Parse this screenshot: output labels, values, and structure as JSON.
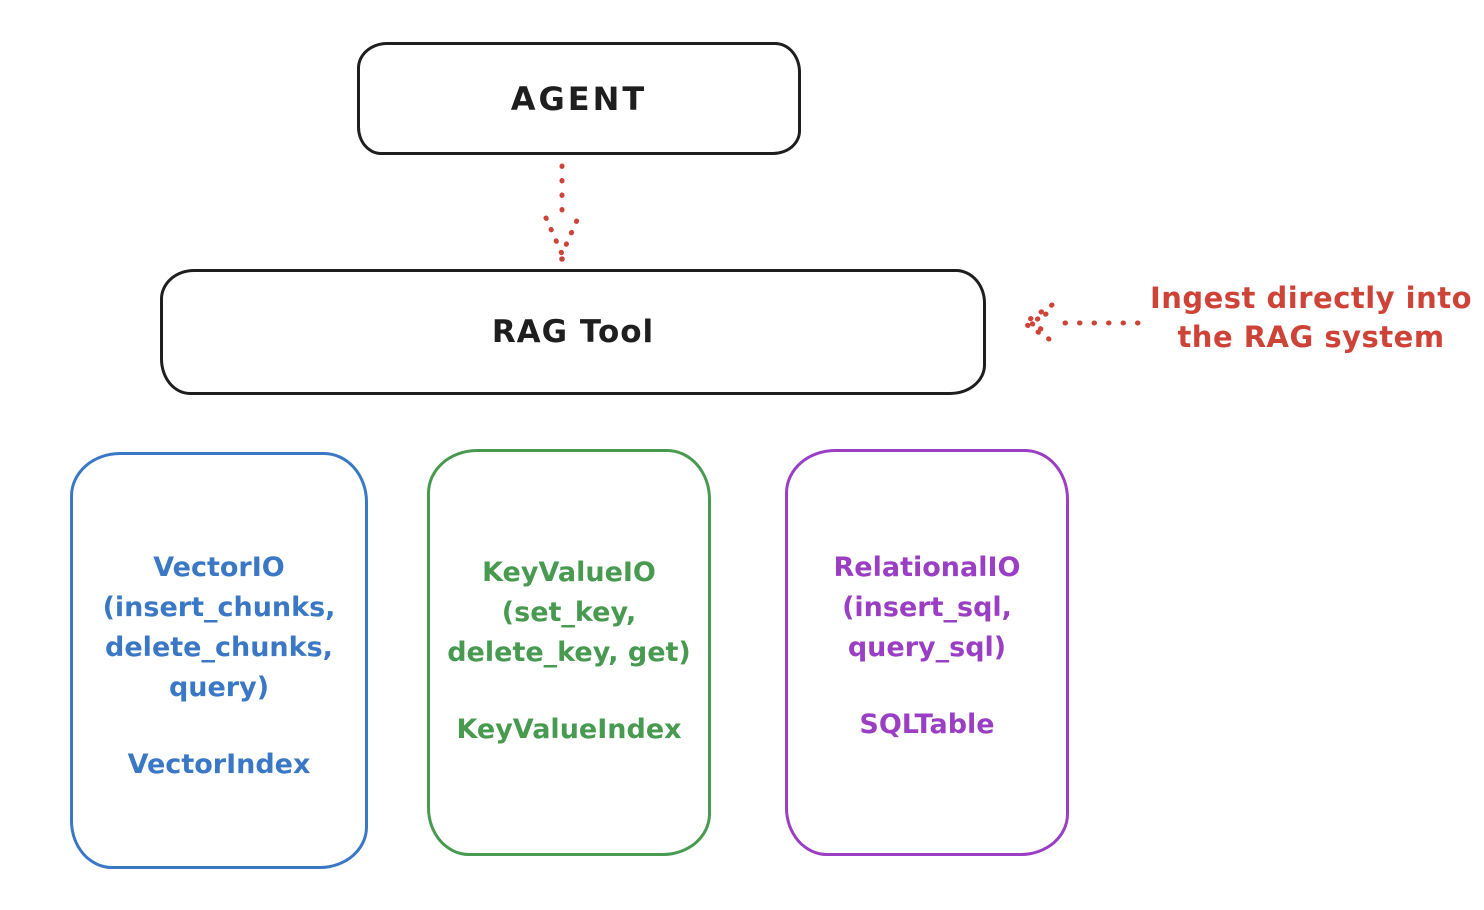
{
  "colors": {
    "ink": "#1e1e1e",
    "red": "#cd4337",
    "blue": "#3a78c6",
    "green": "#479a50",
    "purple": "#9a3fc3",
    "background": "#ffffff"
  },
  "nodes": {
    "agent": {
      "label": "AGENT"
    },
    "rag_tool": {
      "label": "RAG Tool"
    }
  },
  "arrows": {
    "agent_to_rag": "dotted-arrow-down",
    "ingest_into_rag": "dotted-arrow-left"
  },
  "annotation": {
    "line1": "Ingest directly into",
    "line2": "the RAG system"
  },
  "stores": [
    {
      "name": "vector-io",
      "color": "#3a78c6",
      "lines": [
        "VectorIO",
        "(insert_chunks,",
        "delete_chunks,",
        "query)"
      ],
      "index_label": "VectorIndex"
    },
    {
      "name": "key-value-io",
      "color": "#479a50",
      "lines": [
        "KeyValueIO",
        "(set_key,",
        "delete_key, get)"
      ],
      "index_label": "KeyValueIndex"
    },
    {
      "name": "relational-io",
      "color": "#9a3fc3",
      "lines": [
        "RelationalIO",
        "(insert_sql,",
        "query_sql)"
      ],
      "index_label": "SQLTable"
    }
  ]
}
